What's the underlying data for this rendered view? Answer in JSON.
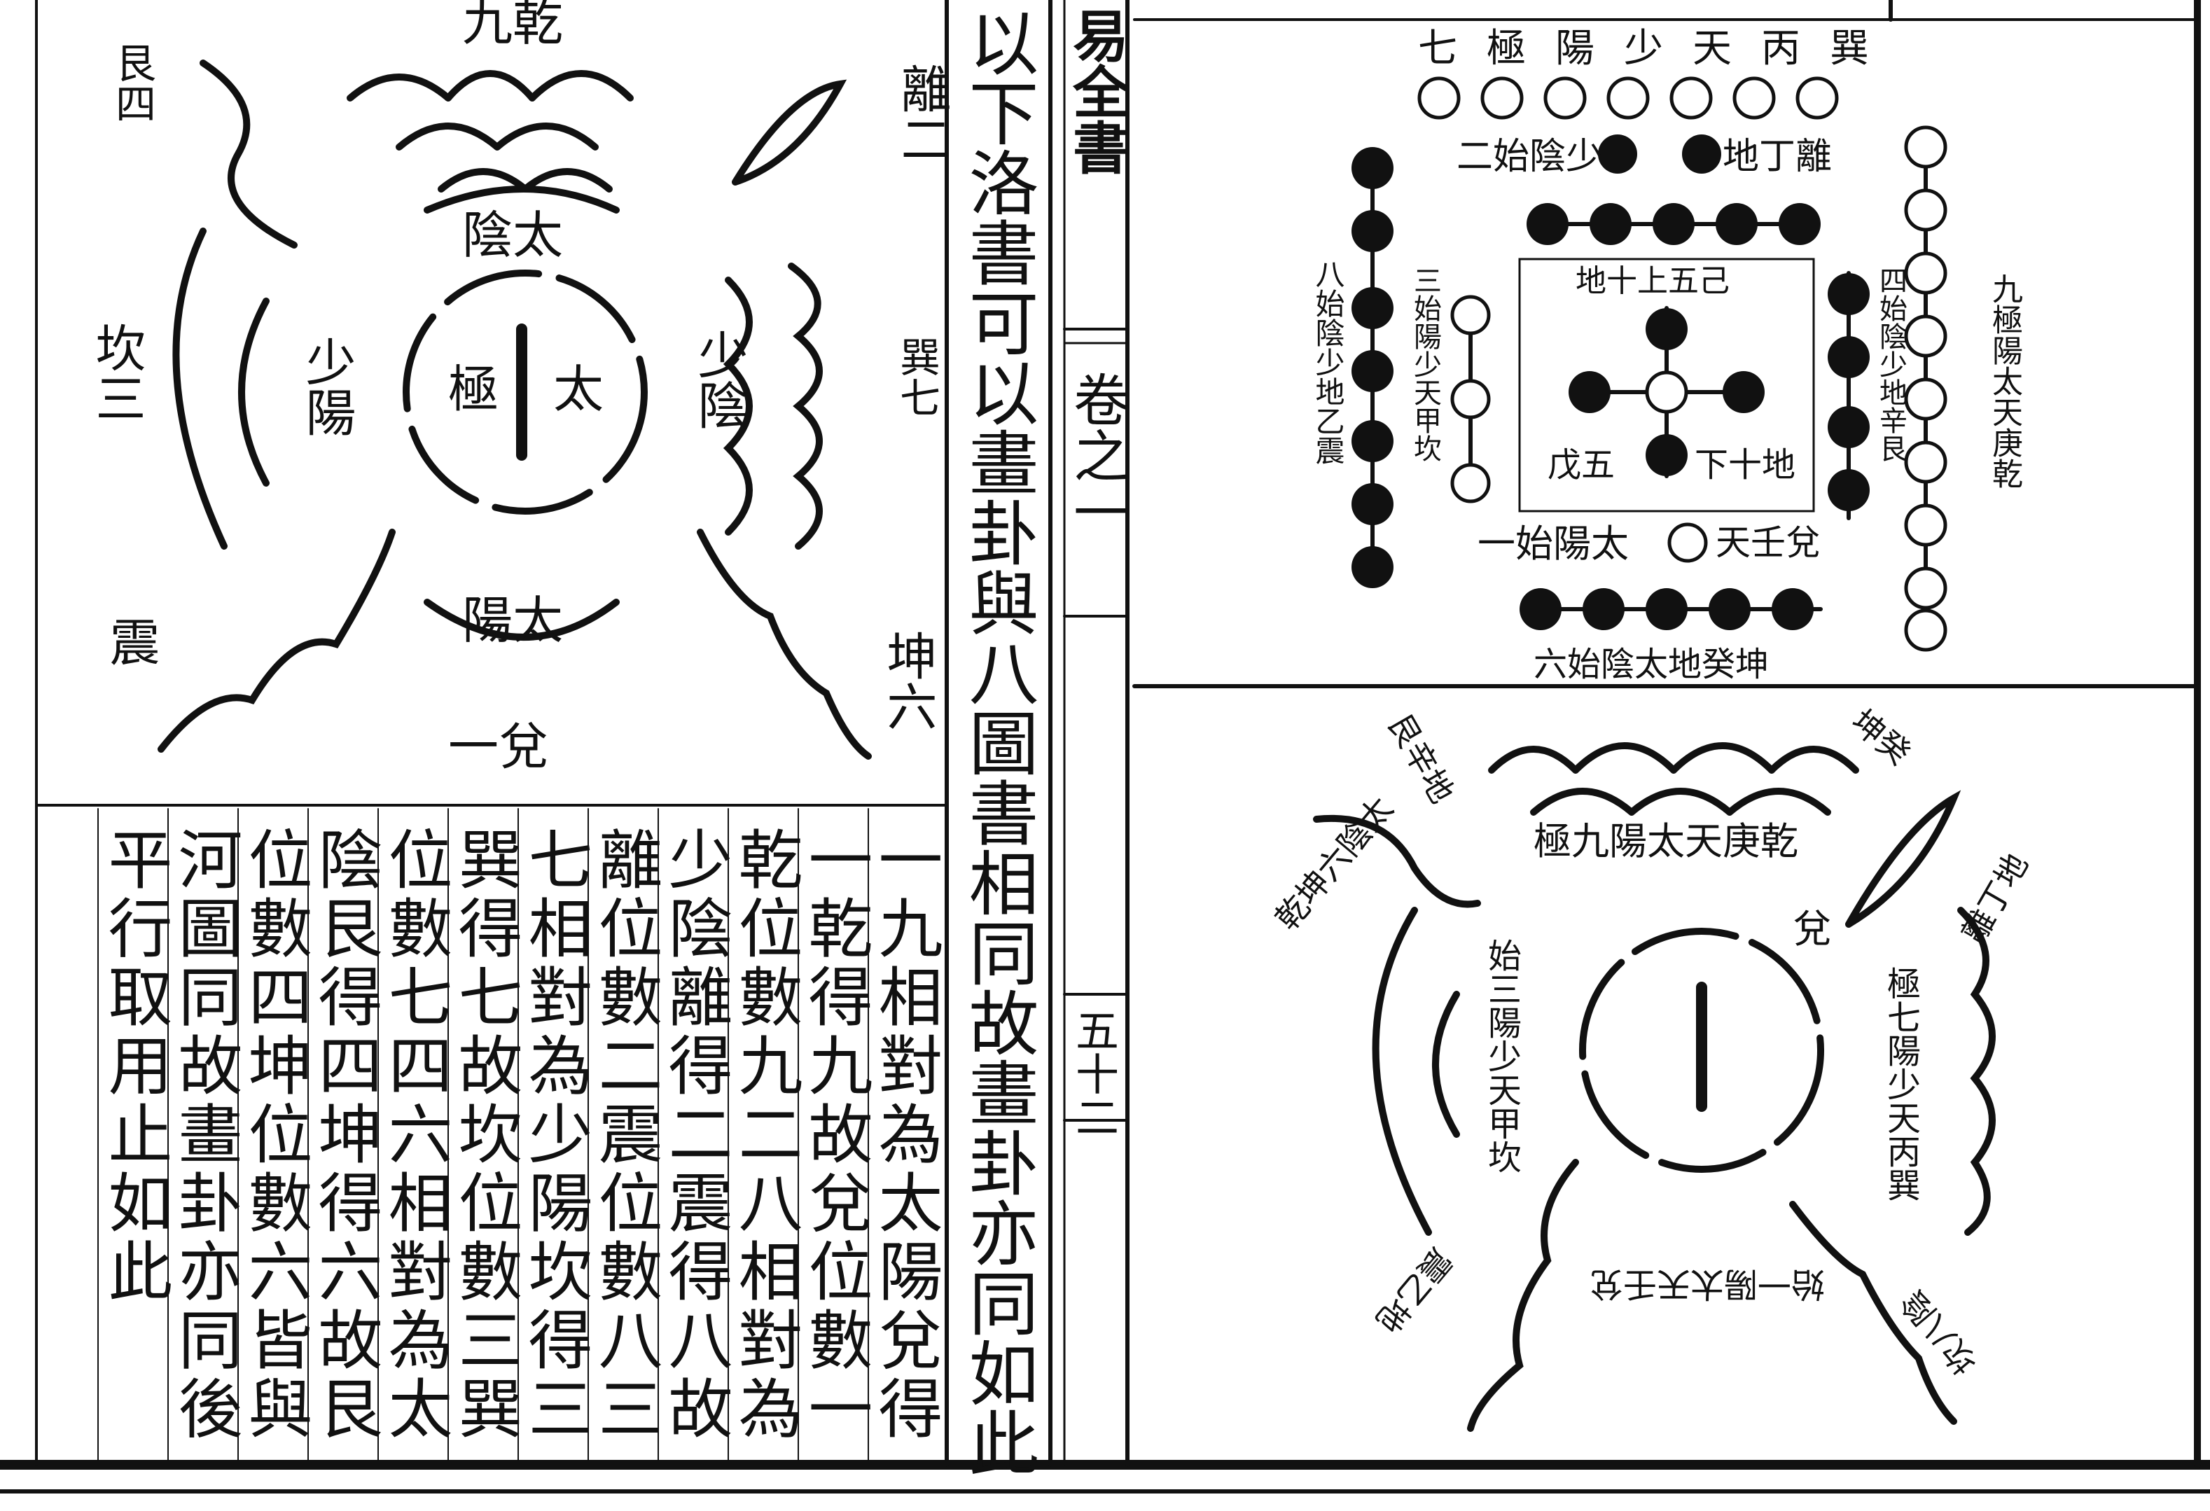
{
  "left_diagram": {
    "center": [
      "太",
      "極"
    ],
    "top_ring": "陰太",
    "bottom_ring": "陽太",
    "left_inner": "少陽",
    "right_inner": "少陰",
    "trigrams": {
      "qian": "九乾",
      "dui": "一兌",
      "li": "離二",
      "xun": "巽七",
      "kun": "坤六",
      "gen": "艮四",
      "kan": "坎三",
      "zhen": "震"
    }
  },
  "header": {
    "book_title": "易全書",
    "volume": "卷之一",
    "page_number": "五十二",
    "heading": "以下洛書可以畫卦與八圖書相同故畫卦亦同如此"
  },
  "body_text": {
    "columns": [
      "一九相對為太陽兌得",
      "一乾得九故兌位數一",
      "乾位數九二八相對為",
      "少陰離得二震得八故",
      "離位數二震位數八三",
      "七相對為少陽坎得三",
      "巽得七故坎位數三巽",
      "位數七四六相對為太",
      "陰艮得四坤得六故艮",
      "位數四坤位數六皆與",
      "河圖同故畫卦亦同後",
      "平行取用止如此"
    ]
  },
  "top_right_diagram": {
    "top_row": "七極陽少天丙巽",
    "row2_left": "二始陰少",
    "row2_right": "地丁離",
    "inner_top": "地十上五己",
    "inner_left": "戊五",
    "inner_right": "下十地",
    "bottom_row": "一始陽太",
    "bottom_right": "天壬兌",
    "last_row": "六始陰太地癸坤",
    "left_col": "八始陰少地乙震",
    "left_col2": "三始陽少天甲坎",
    "right_col": "九極陽太天庚乾",
    "right_col2": "四始陰少地辛艮"
  },
  "bottom_right_diagram": {
    "top": "極九陽太天庚乾",
    "center_mark": "一",
    "right_inner": "極七陽少天丙巽",
    "left_inner": "始三陽少天甲坎",
    "bottom_inner": "始一陽太天壬兌",
    "dui_label": "兌",
    "outer_labels": [
      "艮辛地",
      "離丁地",
      "乾坤六陰太",
      "坤癸",
      "震乙地",
      "坎八陰"
    ]
  }
}
